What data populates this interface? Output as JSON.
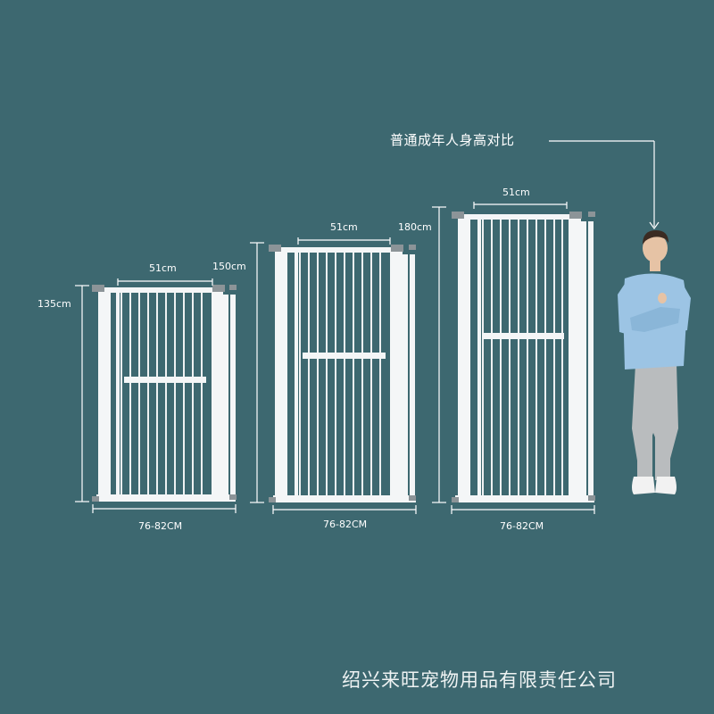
{
  "reference": {
    "label": "普通成年人身高对比"
  },
  "gates": [
    {
      "height_label": "135cm",
      "door_width_label": "51cm",
      "range_label": "76-82CM"
    },
    {
      "height_label": "150cm",
      "door_width_label": "51cm",
      "range_label": "76-82CM"
    },
    {
      "height_label": "180cm",
      "door_width_label": "51cm",
      "range_label": "76-82CM"
    }
  ],
  "footer": {
    "company": "绍兴来旺宠物用品有限责任公司"
  },
  "colors": {
    "background": "#3d6870",
    "gate_frame": "#f4f6f7",
    "bars": "#eef1f2",
    "hardware": "#8c9498",
    "dimension_lines": "#ffffff",
    "shirt": "#9cc4e4",
    "pants": "#b9bcbe",
    "skin": "#e6c3a5",
    "hair": "#3b2b22",
    "shoes": "#f2f2f2"
  }
}
